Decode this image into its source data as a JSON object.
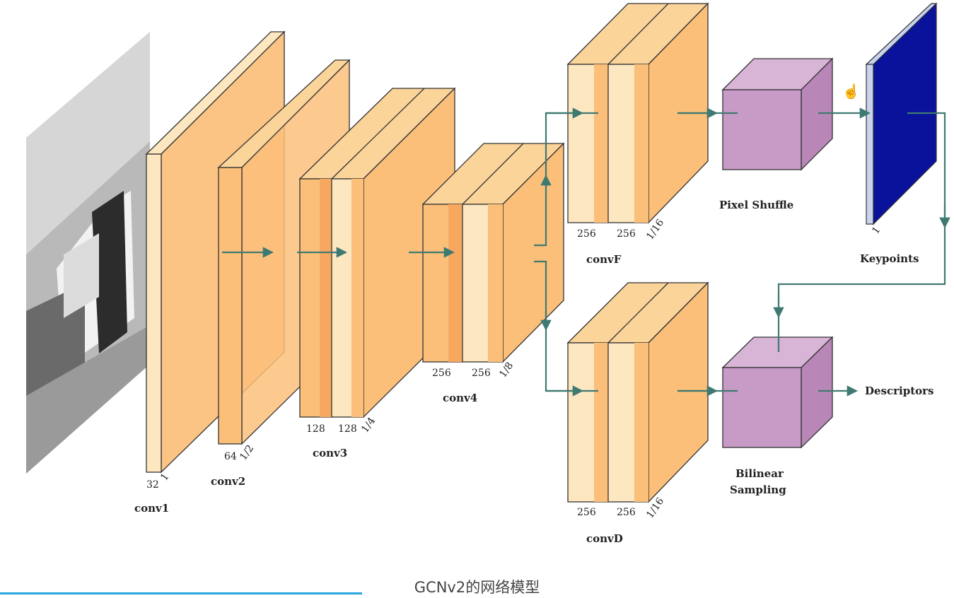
{
  "diagram": {
    "layers": {
      "conv1": {
        "name": "conv1",
        "dims": [
          "32",
          "1"
        ]
      },
      "conv2": {
        "name": "conv2",
        "dims": [
          "64",
          "1/2"
        ]
      },
      "conv3": {
        "name": "conv3",
        "dims": [
          "128",
          "128",
          "1/4"
        ]
      },
      "conv4": {
        "name": "conv4",
        "dims": [
          "256",
          "256",
          "1/8"
        ]
      },
      "convF": {
        "name": "convF",
        "dims": [
          "256",
          "256",
          "1/16"
        ]
      },
      "convD": {
        "name": "convD",
        "dims": [
          "256",
          "256",
          "1/16"
        ]
      }
    },
    "pixel_shuffle": "Pixel Shuffle",
    "bilinear": [
      "Bilinear",
      "Sampling"
    ],
    "keypoints": {
      "name": "Keypoints",
      "dim": "1"
    },
    "descriptors": "Descriptors"
  },
  "caption": "GCNv2的网络模型",
  "colors": {
    "orange": "#fbbf7a",
    "orange_light": "#fde7c0",
    "purple": "#c79bc6",
    "arrow": "#3f7a72",
    "keypoints_blue": "#0a129c",
    "caption_line": "#2aa6e0"
  }
}
